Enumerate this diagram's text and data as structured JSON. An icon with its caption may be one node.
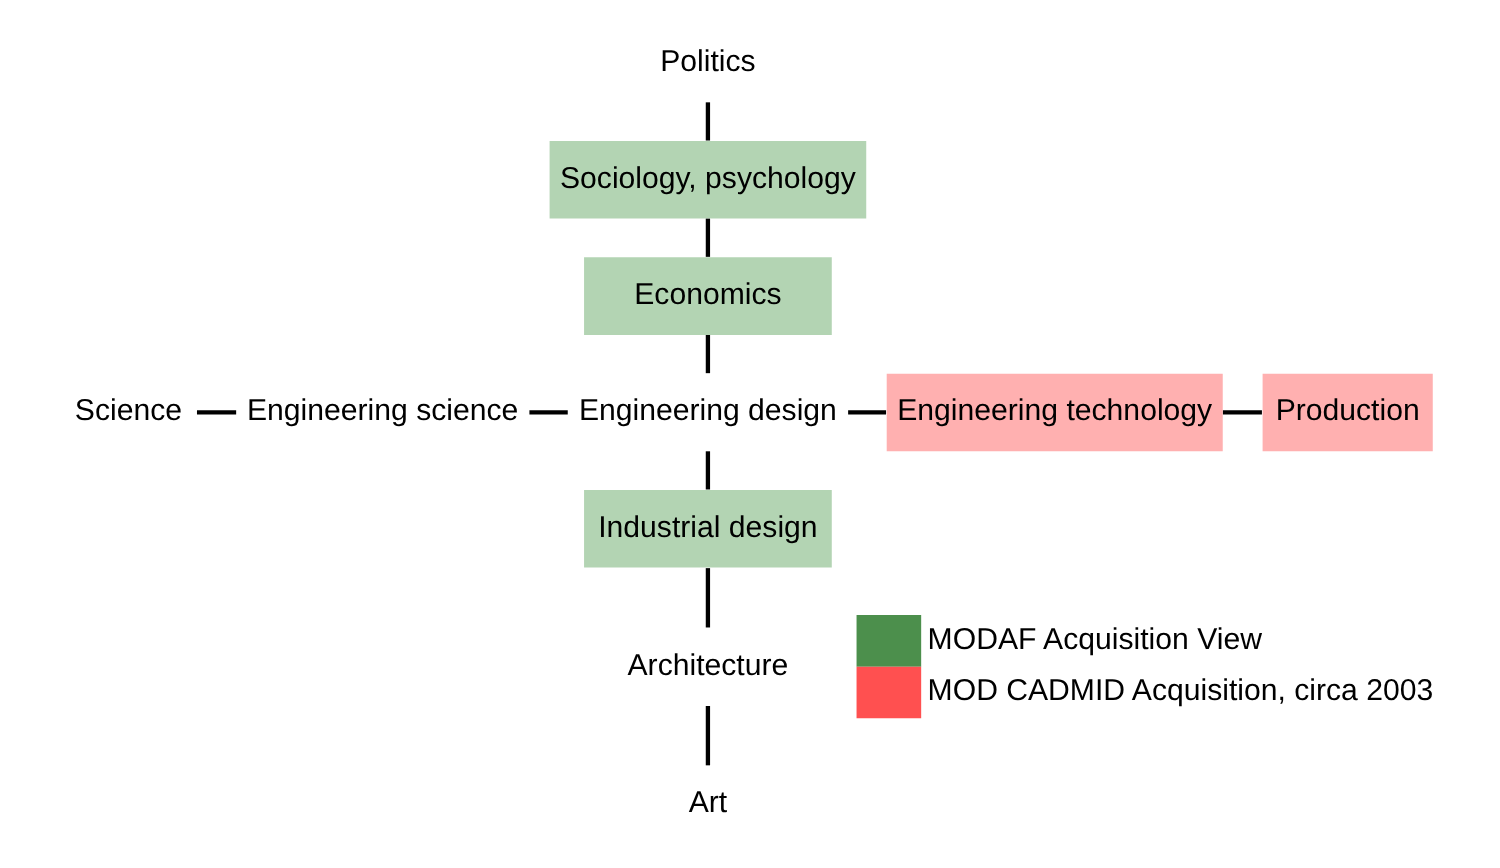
{
  "diagram": {
    "nodes": [
      {
        "text": [
          "Politics"
        ]
      },
      {
        "text": [
          "Sociology, psychology"
        ]
      },
      {
        "text": [
          "Economics"
        ]
      },
      {
        "text": [
          "Science"
        ]
      },
      {
        "text": [
          "Engineering science"
        ]
      },
      {
        "text": [
          "Engineering design"
        ]
      },
      {
        "text": [
          "Engineering technology"
        ]
      },
      {
        "text": [
          "Production"
        ]
      },
      {
        "text": [
          "Industrial design"
        ]
      },
      {
        "text": [
          "Architecture"
        ]
      },
      {
        "text": [
          "Art"
        ]
      }
    ],
    "edges": [
      {
        "from": 0,
        "to": 1,
        "arrow": "none"
      },
      {
        "from": 1,
        "to": 2,
        "arrow": "none"
      },
      {
        "from": 2,
        "to": 5,
        "arrow": "none"
      },
      {
        "from": 3,
        "to": 4,
        "arrow": "none"
      },
      {
        "from": 4,
        "to": 5,
        "arrow": "none"
      },
      {
        "from": 5,
        "to": 6,
        "arrow": "none"
      },
      {
        "from": 6,
        "to": 7,
        "arrow": "none"
      },
      {
        "from": 5,
        "to": 8,
        "arrow": "none"
      },
      {
        "from": 8,
        "to": 9,
        "arrow": "none"
      },
      {
        "from": 9,
        "to": 10,
        "arrow": "none"
      }
    ],
    "legend": [
      {
        "text": "MODAF Acquisition View",
        "color": "#4c8f4c"
      },
      {
        "text": "MOD CADMID Acquisition, circa 2003",
        "color": "#ff5050"
      }
    ]
  }
}
